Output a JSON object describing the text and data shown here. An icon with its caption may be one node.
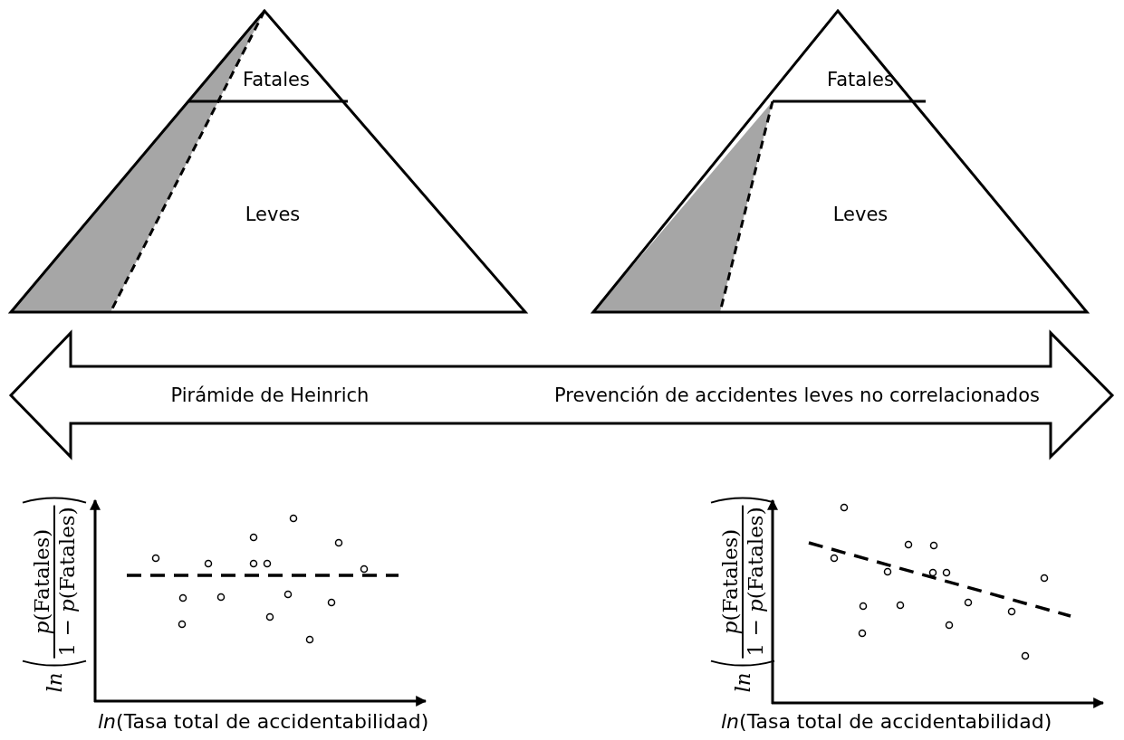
{
  "diagram": {
    "nodes": [
      {
        "text": [
          "Fatales"
        ]
      },
      {
        "text": [
          "Leves"
        ]
      },
      {
        "text": [
          "Fatales"
        ]
      },
      {
        "text": [
          "Leves"
        ]
      }
    ],
    "labels": [
      "Pirámide de Heinrich",
      "Prevención de accidentes leves no correlacionados",
      "ln",
      "*p*(Fatales)",
      "1 − *p*(Fatales)",
      "*ln*(Tasa total de accidentabilidad)",
      "ln",
      "*p*(Fatales)",
      "1 − *p*(Fatales)",
      "*ln*(Tasa total de accidentabilidad)"
    ]
  }
}
